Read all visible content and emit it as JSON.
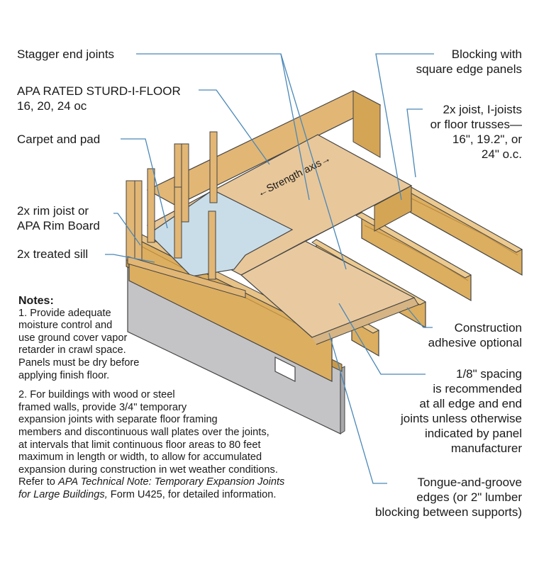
{
  "labels": {
    "stagger": "Stagger end joints",
    "sturd_line1": "APA RATED STURD-I-FLOOR",
    "sturd_line2": "16, 20, 24 oc",
    "carpet": "Carpet and pad",
    "rim_line1": "2x rim joist or",
    "rim_line2": "APA Rim Board",
    "sill": "2x treated sill",
    "blocking_line1": "Blocking with",
    "blocking_line2": "square edge panels",
    "joist_line1": "2x joist, I-joists",
    "joist_line2": "or floor trusses—",
    "joist_line3": "16\", 19.2\", or",
    "joist_line4": "24\" o.c.",
    "adhesive_line1": "Construction",
    "adhesive_line2": "adhesive optional",
    "spacing_line1": "1/8\" spacing",
    "spacing_line2": "is recommended",
    "spacing_line3": "at all edge and end",
    "spacing_line4": "joints unless otherwise",
    "spacing_line5": "indicated by panel",
    "spacing_line6": "manufacturer",
    "tongue_line1": "Tongue-and-groove",
    "tongue_line2": "edges (or 2\" lumber",
    "tongue_line3": "blocking between supports)",
    "strength_axis": "←Strength axis→"
  },
  "notes": {
    "heading": "Notes:",
    "n1_l1": "1. Provide adequate",
    "n1_l2": "moisture control and",
    "n1_l3": "use ground cover vapor",
    "n1_l4": "retarder in crawl space.",
    "n1_l5": "Panels must be dry before",
    "n1_l6": "applying finish floor.",
    "n2_l1": "2. For buildings with wood or steel",
    "n2_l2": "framed walls,  provide 3/4\" temporary",
    "n2_l3": "expansion joints with separate floor framing",
    "n2_l4": "members and discontinuous wall plates over the joints,",
    "n2_l5": "at intervals that limit continuous floor areas to 80 feet",
    "n2_l6": "maximum in length or width, to allow for accumulated",
    "n2_l7": "expansion during construction in wet weather conditions.",
    "n2_l8_a": "Refer to ",
    "n2_l8_b": "APA Technical Note: Temporary Expansion Joints",
    "n2_l9_a": "for Large Buildings,",
    "n2_l9_b": " Form U425, for detailed information."
  },
  "colors": {
    "panel": "#e8c79a",
    "wood": "#dcae60",
    "wood_dark": "#b98a3e",
    "foundation": "#c9c9cb",
    "carpet": "#c9dde8",
    "leader": "#4a88b8"
  }
}
